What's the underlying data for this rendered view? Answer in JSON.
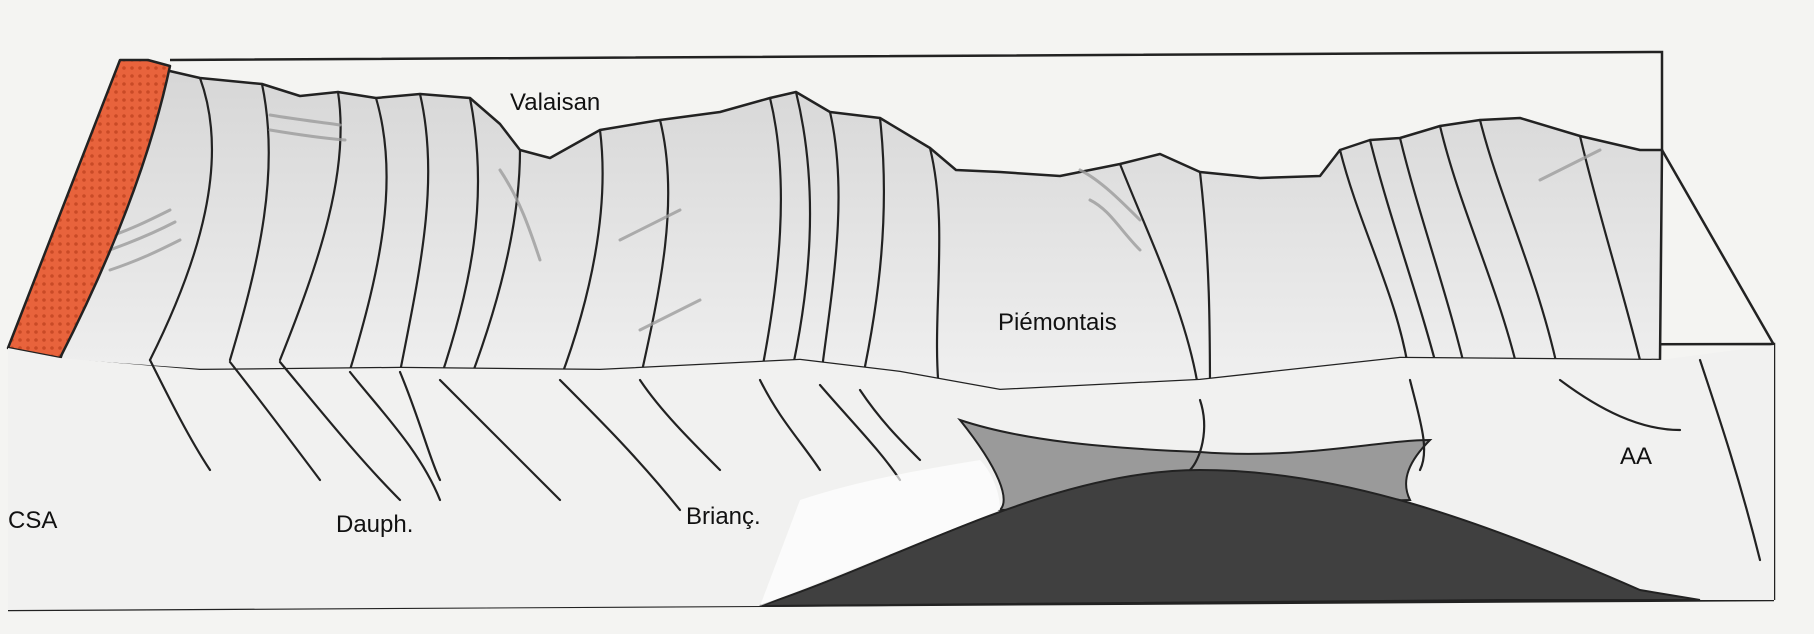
{
  "labels": {
    "valaisan": "Valaisan",
    "piemontais": "Piémontais",
    "csa": "CSA",
    "dauph": "Dauph.",
    "brianc": "Brianç.",
    "aa": "AA"
  },
  "colors": {
    "paper": "#f4f4f2",
    "block_top": "#e9e9e9",
    "block_front": "#f1f1f0",
    "shade": "#b9b9b9",
    "csa_orange": "#e8633c",
    "basin_grey": "#9a9a9a",
    "dark_dome": "#404040",
    "ink": "#111111"
  }
}
